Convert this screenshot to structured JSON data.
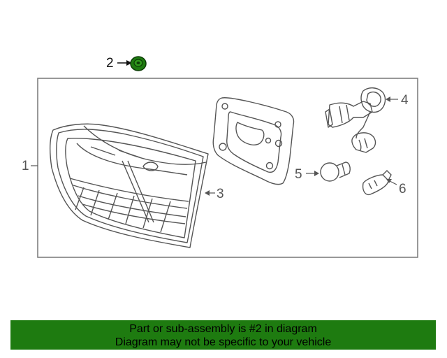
{
  "diagram": {
    "callouts": {
      "c1": "1",
      "c2": "2",
      "c3": "3",
      "c4": "4",
      "c5": "5",
      "c6": "6"
    },
    "colors": {
      "highlight": "#1e7b10",
      "line": "#555555",
      "frame": "#777777"
    }
  },
  "banner": {
    "line1": "Part or sub-assembly is #2 in diagram",
    "line2": "Diagram may not be specific to your vehicle",
    "color": "#1e7b10"
  }
}
